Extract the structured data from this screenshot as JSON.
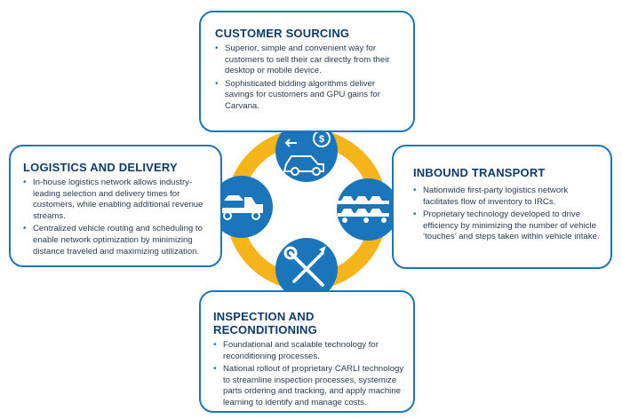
{
  "sections": {
    "customer_sourcing": {
      "title": "CUSTOMER SOURCING",
      "bullets": [
        "Superior, simple and convenient way for customers to sell their car directly from their desktop or mobile device.",
        "Sophisticated bidding algorithms deliver savings for customers and GPU gains for Carvana."
      ]
    },
    "logistics_delivery": {
      "title": "LOGISTICS AND DELIVERY",
      "bullets": [
        "In-house logistics network allows industry-leading selection and delivery times for customers, while enabling additional revenue streams.",
        "Centralized vehicle routing and scheduling to enable network optimization by minimizing distance traveled and maximizing utilization."
      ]
    },
    "inbound_transport": {
      "title": "INBOUND TRANSPORT",
      "bullets": [
        "Nationwide first-party logistics network facilitates flow of inventory to IRCs.",
        "Proprietary technology developed to drive efficiency by minimizing the number of vehicle ‘touches’ and steps taken within vehicle intake."
      ]
    },
    "inspection_reconditioning": {
      "title": "INSPECTION AND RECONDITIONING",
      "bullets": [
        "Foundational and scalable technology for reconditioning processes.",
        "National rollout of proprietary CARLI technology to streamline inspection processes, systemize parts ordering and tracking, and apply machine learning to identify and manage costs."
      ]
    }
  },
  "icons": {
    "top": "car-dollar-icon",
    "left": "tow-truck-icon",
    "right": "car-carrier-icon",
    "bottom": "wrench-screwdriver-icon"
  },
  "colors": {
    "ring": "#f6b41b",
    "node": "#1b75bb",
    "border": "#1b75bb",
    "title": "#0e3b6e"
  }
}
